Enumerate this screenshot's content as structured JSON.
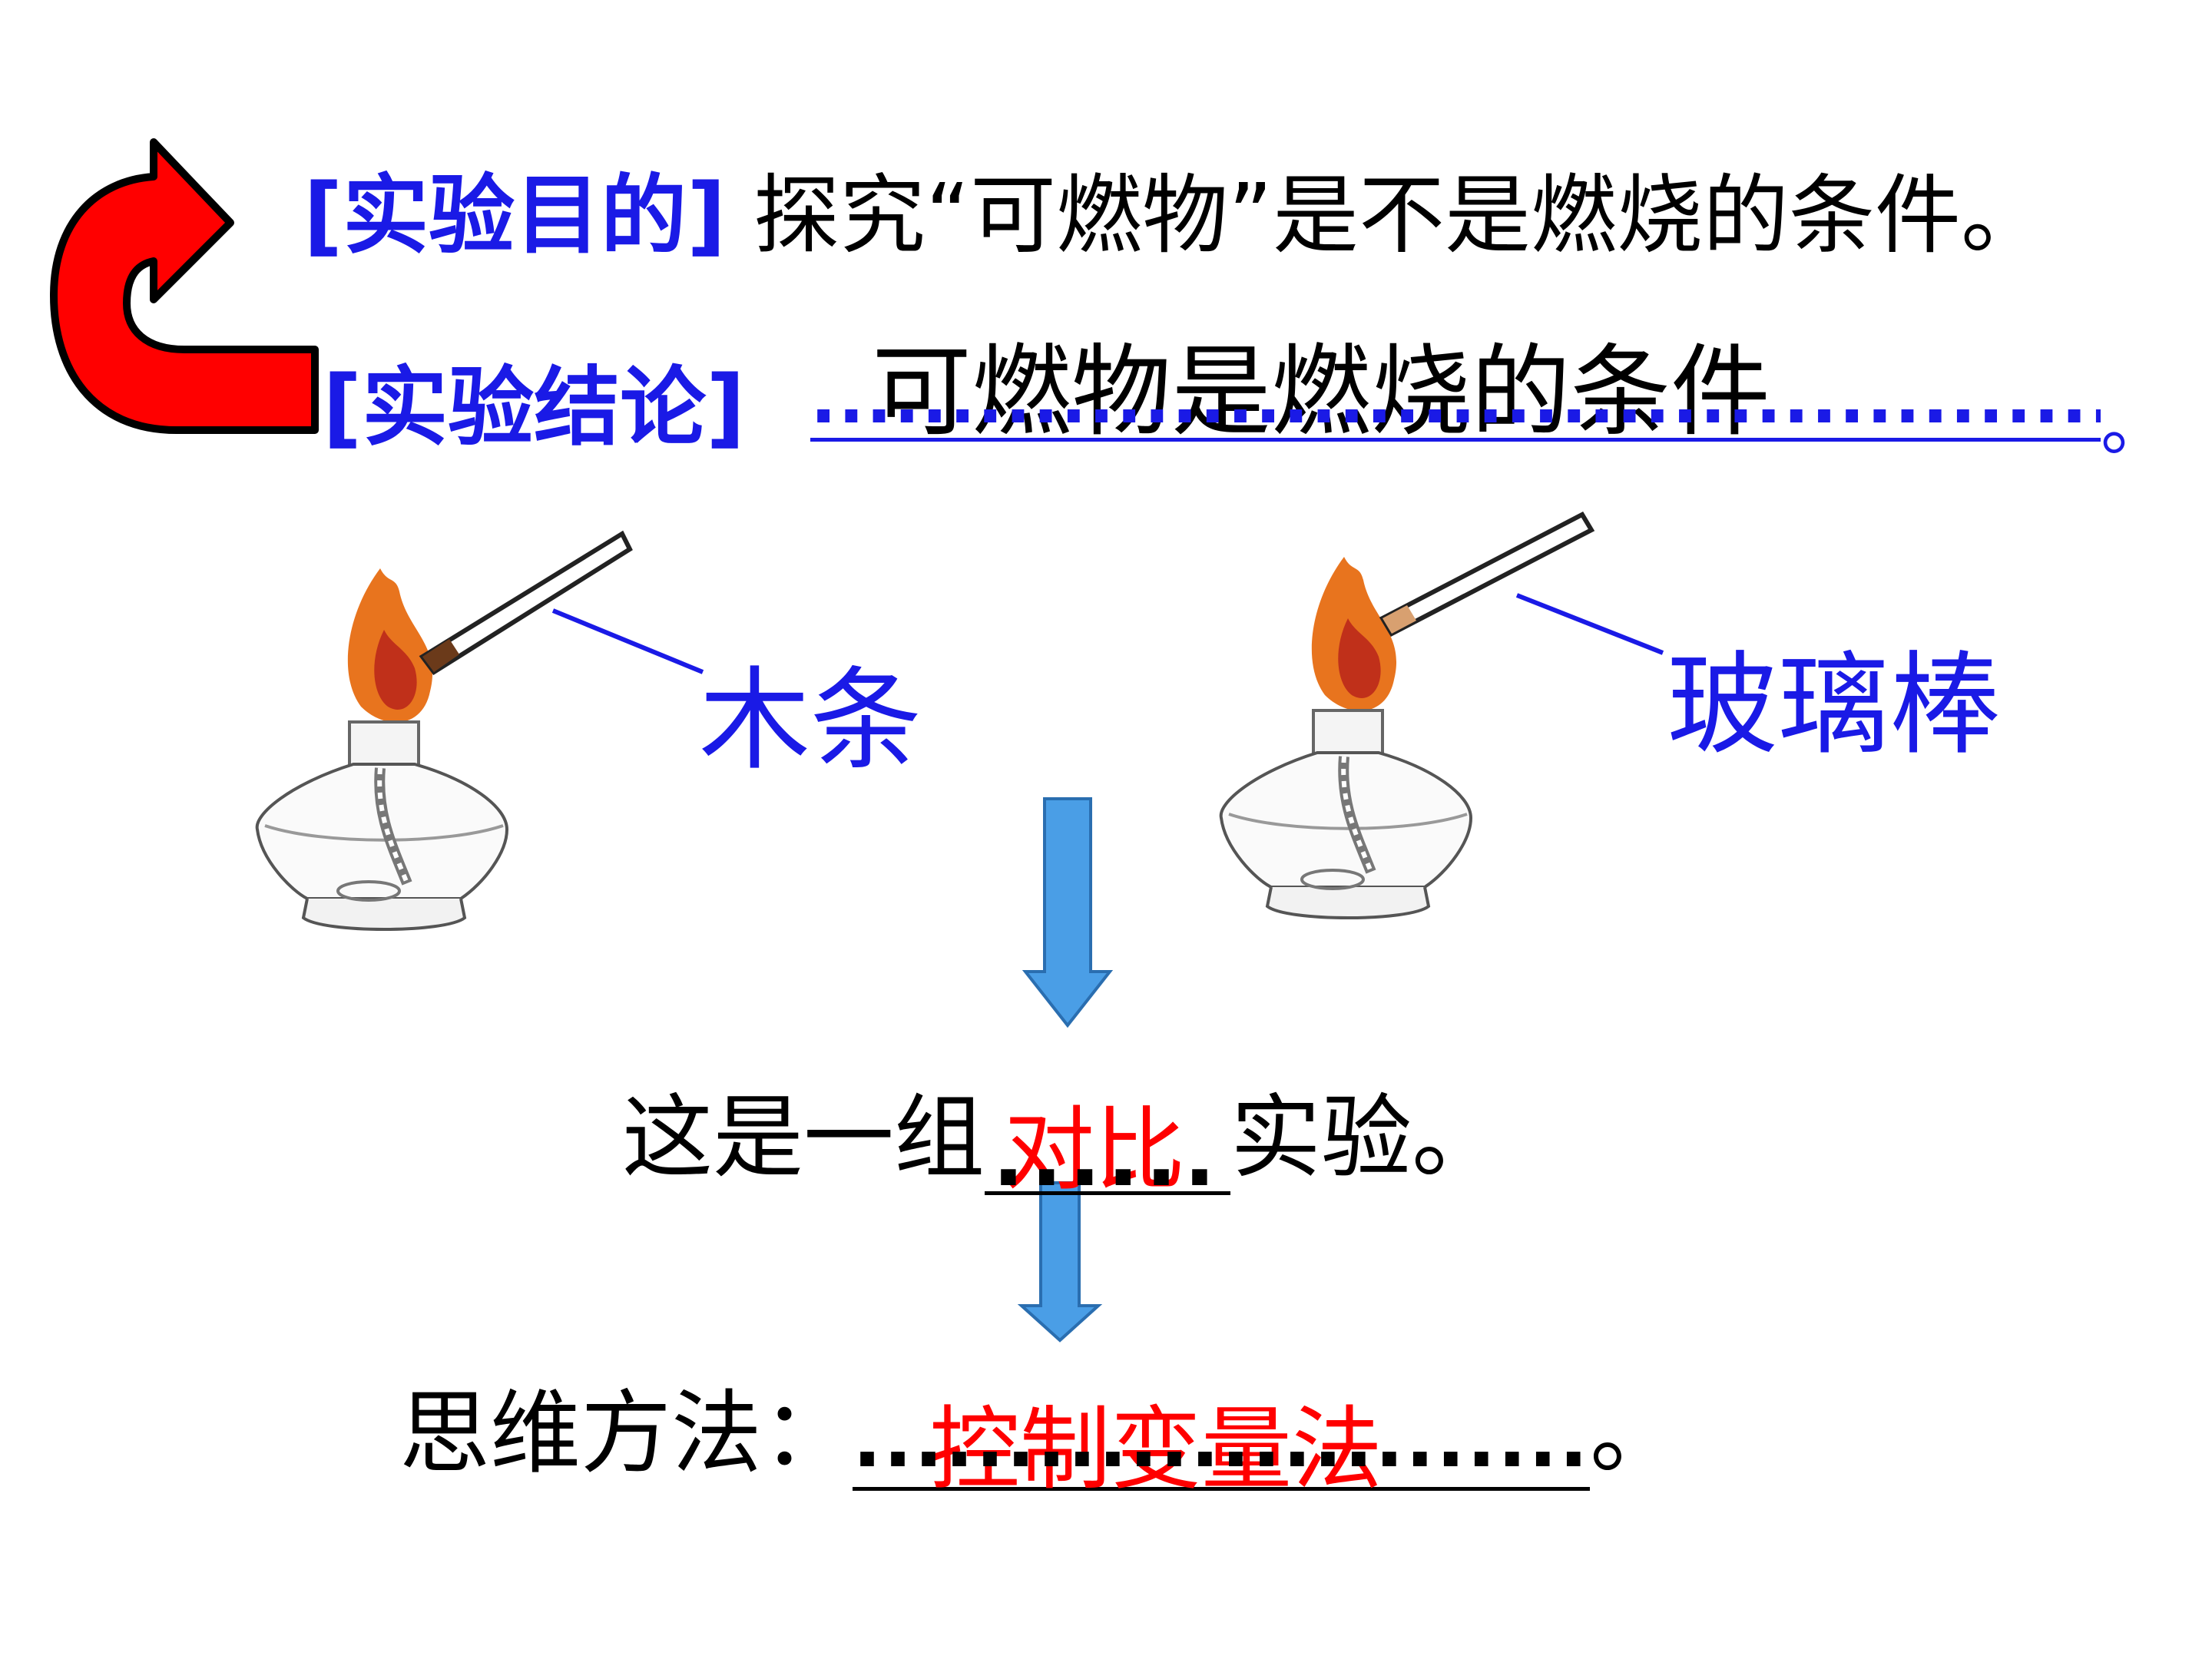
{
  "purpose": {
    "label": "[实验目的]",
    "text": "探究“可燃物”是不是燃烧的条件。"
  },
  "conclusion": {
    "label": "[实验结论]",
    "answer": "可燃物是燃烧的条件",
    "dots": ".....................................................",
    "end": "。"
  },
  "labels": {
    "left": "木条",
    "right": "玻璃棒"
  },
  "comparison": {
    "prefix": "这是一组",
    "answer": "对比",
    "dots": "......",
    "suffix": "实验。"
  },
  "method": {
    "prefix": "思维方法：",
    "answer": "控制变量法",
    "dots": "..............................",
    "end": "。"
  },
  "colors": {
    "label_blue": "#1a1ae6",
    "answer_red": "#ff0000",
    "arrow_blue": "#4a9ee6",
    "curl_arrow_red": "#ff0000"
  },
  "icons": [
    "curl-back-arrow-icon",
    "alcohol-lamp-icon",
    "down-arrow-icon"
  ]
}
